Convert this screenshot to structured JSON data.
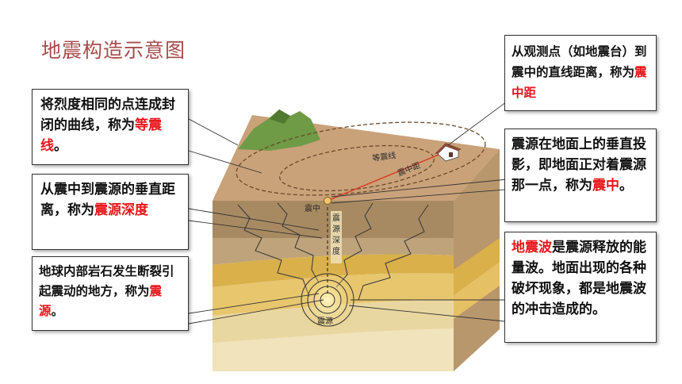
{
  "title": "地震构造示意图",
  "boxes": {
    "isoseismal": {
      "pre": "将烈度相同的点连成封闭的曲线，称为",
      "term": "等震线",
      "post": "。"
    },
    "focal_depth": {
      "pre": "从震中到震源的垂直距离，称为",
      "term": "震源深度",
      "post": ""
    },
    "focus": {
      "pre": "地球内部岩石发生断裂引起震动的地方，称为",
      "term": "震源",
      "post": "。"
    },
    "epicentral_distance": {
      "pre": "从观测点（如地震台）到震中的直线距离，称为",
      "term": "震中距",
      "post": ""
    },
    "epicenter": {
      "pre": "震源在地面上的垂直投影，即地面正对着震源那一点，称为",
      "term": "震中",
      "post": "。"
    },
    "wave": {
      "term": "地震波",
      "post": "是震源释放的能量波。地面出现的各种破坏现象，都是地震波的冲击造成的。"
    }
  },
  "diagram_labels": {
    "isoseismal_line": "等震线",
    "epicentral_distance": "震中距",
    "epicenter": "震中",
    "focal_depth": "震源深度",
    "focus": "震源"
  },
  "colors": {
    "title": "#a84b4b",
    "highlight": "#e8161b"
  }
}
